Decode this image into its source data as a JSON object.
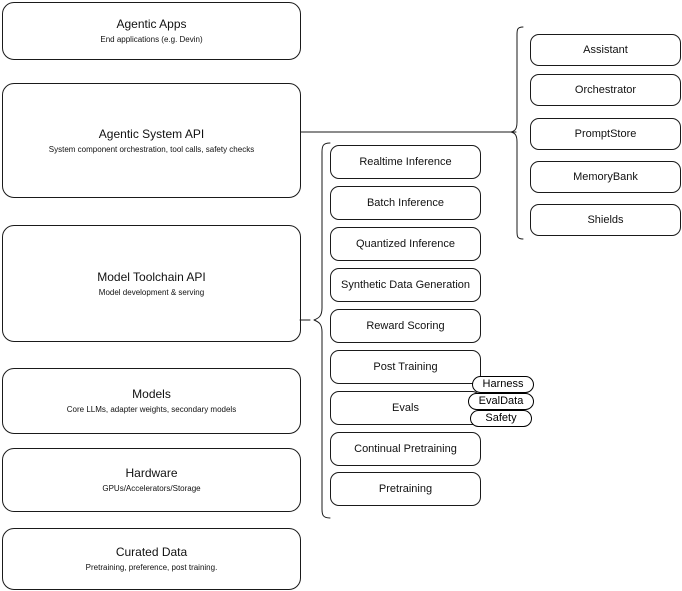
{
  "diagram": {
    "title": "Agentic stack architecture diagram",
    "stroke_color": "#1a1a1a",
    "background_color": "#ffffff",
    "badge_stroke_color": "#000000"
  },
  "layers": [
    {
      "title": "Agentic Apps",
      "subtitle": "End applications (e.g. Devin)"
    },
    {
      "title": "Agentic System API",
      "subtitle": "System component orchestration, tool calls, safety checks"
    },
    {
      "title": "Model Toolchain API",
      "subtitle": "Model development & serving"
    },
    {
      "title": "Models",
      "subtitle": "Core LLMs, adapter weights, secondary models"
    },
    {
      "title": "Hardware",
      "subtitle": "GPUs/Accelerators/Storage"
    },
    {
      "title": "Curated Data",
      "subtitle": "Pretraining, preference, post training."
    }
  ],
  "toolchain_items": [
    {
      "label": "Realtime Inference"
    },
    {
      "label": "Batch Inference"
    },
    {
      "label": "Quantized Inference"
    },
    {
      "label": "Synthetic Data Generation"
    },
    {
      "label": "Reward Scoring"
    },
    {
      "label": "Post Training"
    },
    {
      "label": "Evals"
    },
    {
      "label": "Continual Pretraining"
    },
    {
      "label": "Pretraining"
    }
  ],
  "system_items": [
    {
      "label": "Assistant"
    },
    {
      "label": "Orchestrator"
    },
    {
      "label": "PromptStore"
    },
    {
      "label": "MemoryBank"
    },
    {
      "label": "Shields"
    }
  ],
  "eval_badges": [
    {
      "label": "Harness"
    },
    {
      "label": "EvalData"
    },
    {
      "label": "Safety"
    }
  ]
}
